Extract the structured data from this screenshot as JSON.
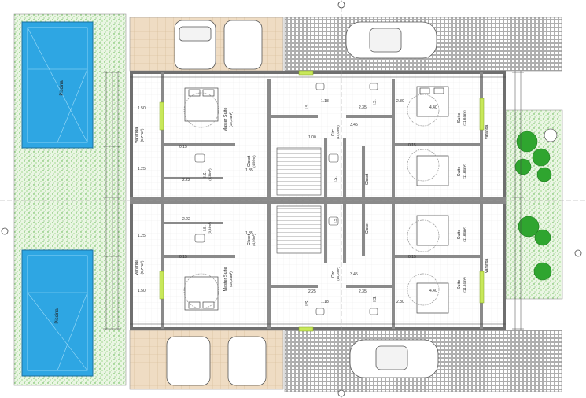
{
  "rooms": {
    "piscina": "Piscina",
    "varanda": "Varanda",
    "varanda_area": "(5,77m²)",
    "master_suite": "Master Suite",
    "master_suite_area": "(18,34m²)",
    "suite": "Suite",
    "suite_area": "(11,64m²)",
    "closet": "Closet",
    "closet_area": "(4,56m²)",
    "is": "I.S.",
    "is_area": "(3,34m²)",
    "circ": "Circ.",
    "circ_area": "(10,03m²)"
  },
  "dimensions": {
    "d150": "1.50",
    "d125": "1.25",
    "d015": "0.15",
    "d235": "2.35",
    "d440": "4.40",
    "d222": "2.22",
    "d185": "1.85",
    "d280": "2.80",
    "d118": "1.18",
    "d345": "3.45",
    "d225": "2.25",
    "d100": "1.00"
  },
  "colors": {
    "grass": "#5fc04a",
    "tree": "#2fa52f",
    "pool": "#2ea6e3",
    "wall": "#777777",
    "paving": "#8a8a8a",
    "tile": "#e8d4b8",
    "window": "#c8e85a"
  }
}
